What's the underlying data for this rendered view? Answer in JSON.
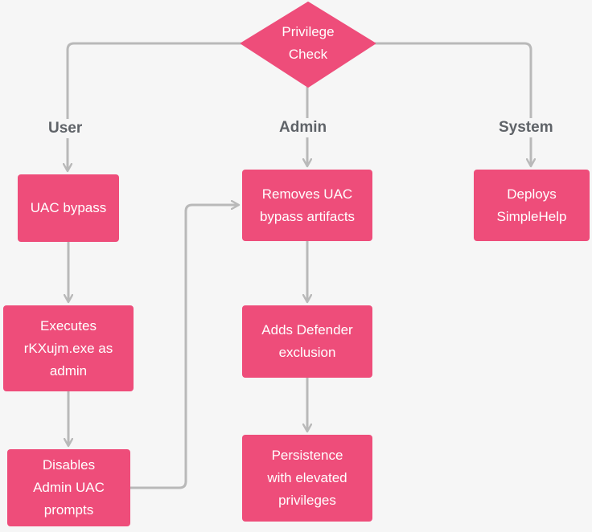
{
  "decision": {
    "label": "Privilege\nCheck"
  },
  "branches": {
    "user": "User",
    "admin": "Admin",
    "system": "System"
  },
  "nodes": {
    "uac_bypass": "UAC bypass",
    "executes": "Executes\nrKXujm.exe as\nadmin",
    "disables": "Disables\nAdmin UAC\nprompts",
    "removes": "Removes UAC\nbypass artifacts",
    "defender": "Adds Defender\nexclusion",
    "persistence": "Persistence\nwith elevated\nprivileges",
    "deploys": "Deploys\nSimpleHelp"
  },
  "colors": {
    "node_fill": "#ee4d7a",
    "connector": "#b9b9b9",
    "branch_text": "#5f6368",
    "background": "#f6f6f6"
  }
}
